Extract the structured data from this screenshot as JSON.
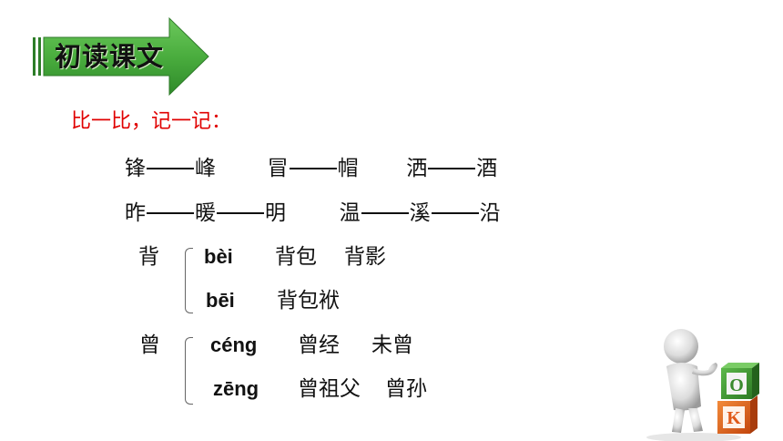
{
  "title": "初读课文",
  "subtitle": "比一比，记一记：",
  "row1": {
    "a1": "锋",
    "a2": "峰",
    "b1": "冒",
    "b2": "帽",
    "c1": "洒",
    "c2": "酒"
  },
  "row2": {
    "a1": "昨",
    "a2": "暖",
    "a3": "明",
    "b1": "温",
    "b2": "溪",
    "b3": "沿"
  },
  "bei": {
    "char": "背",
    "r1_pinyin": "bèi",
    "r1_words": [
      "背包",
      "背影"
    ],
    "r2_pinyin": "bēi",
    "r2_words": [
      "背包袱"
    ]
  },
  "ceng": {
    "char": "曾",
    "r1_pinyin": "céng",
    "r1_words": [
      "曾经",
      "未曾"
    ],
    "r2_pinyin": "zēng",
    "r2_words": [
      "曾祖父",
      "曾孙"
    ]
  },
  "ok_block": {
    "letters": [
      "O",
      "K"
    ],
    "top_color": "#3a8a2e",
    "bottom_color": "#e05a1a"
  },
  "colors": {
    "banner_green": "#43a83a",
    "subtitle_red": "#e00000"
  }
}
